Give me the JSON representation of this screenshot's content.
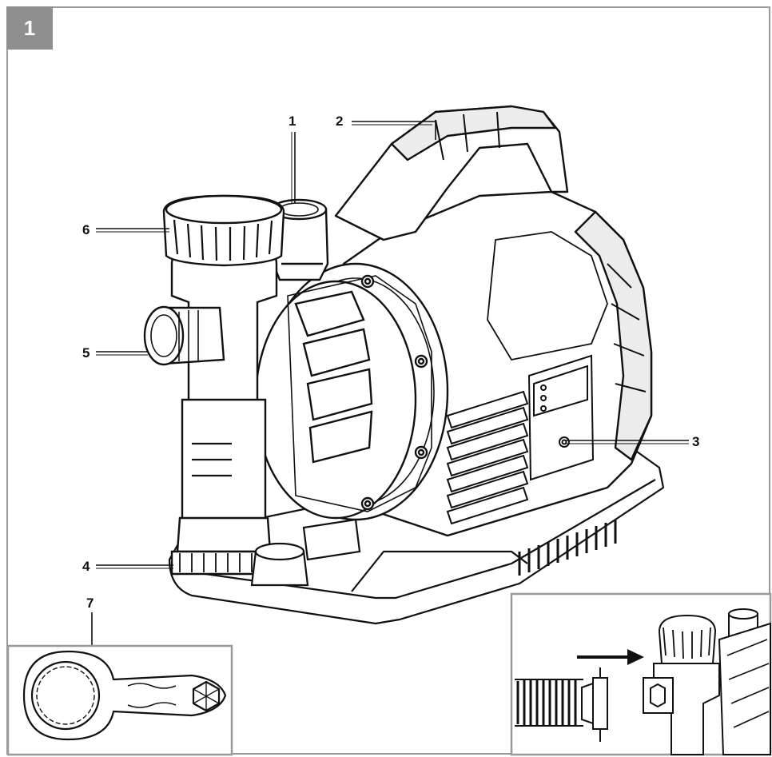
{
  "figure": {
    "number": "1"
  },
  "callouts": {
    "c1": "1",
    "c2": "2",
    "c3": "3",
    "c4": "4",
    "c5": "5",
    "c6": "6",
    "c7": "7"
  },
  "colors": {
    "line": "#111111",
    "badge": "#8f8f8f",
    "frame": "#9a9a9a",
    "body_shade": "#ececec"
  },
  "icons": {
    "arrow": "right-arrow",
    "wrench": "filter-wrench"
  }
}
